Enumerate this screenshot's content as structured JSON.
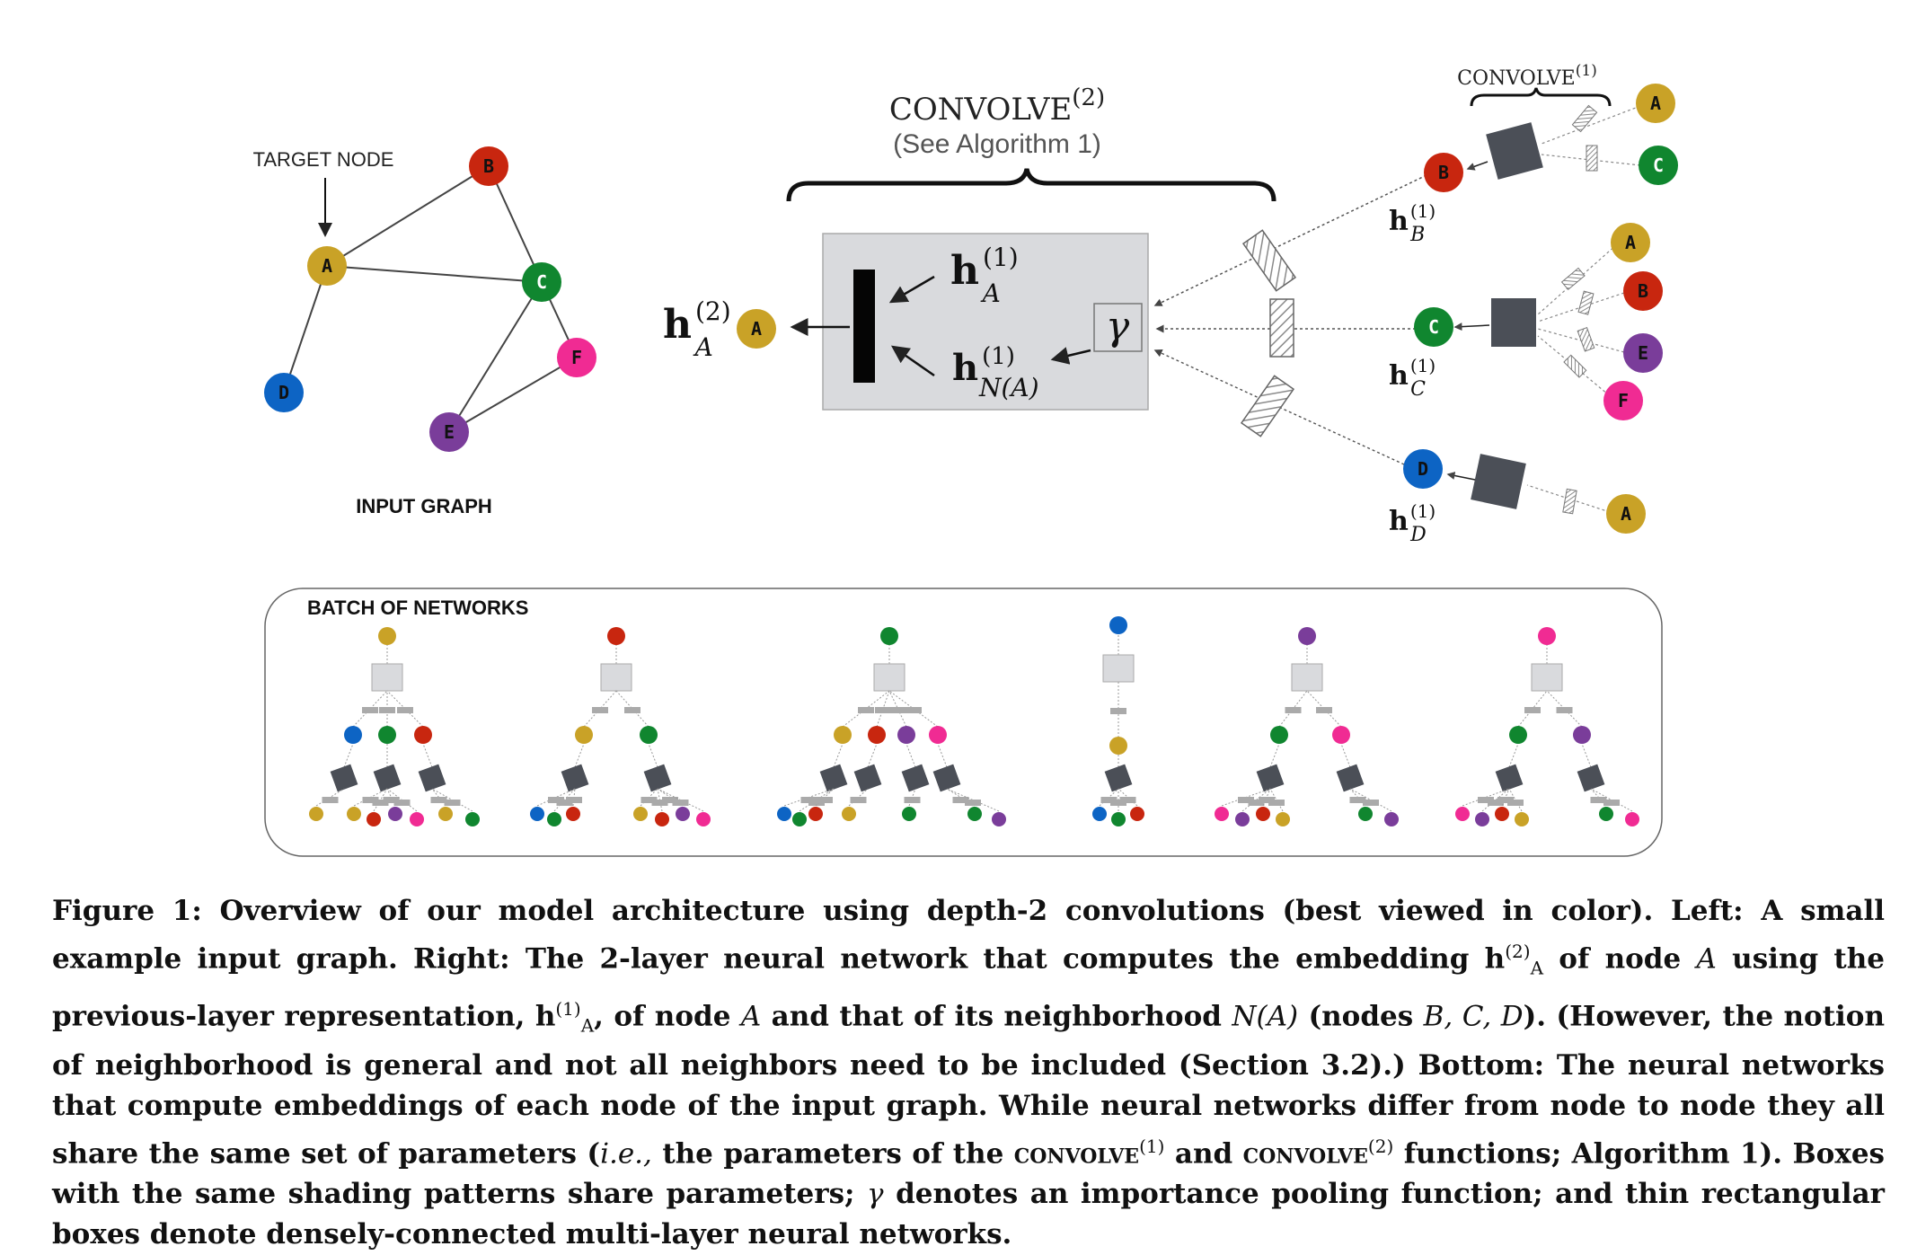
{
  "input_graph": {
    "target_label": "TARGET NODE",
    "title": "INPUT GRAPH",
    "nodes": [
      "A",
      "B",
      "C",
      "D",
      "E",
      "F"
    ]
  },
  "convolve2": {
    "title": "CONVOLVE",
    "title_sup": "(2)",
    "subtitle": "(See Algorithm 1)"
  },
  "convolve1": {
    "title": "CONVOLVE",
    "title_sup": "(1)"
  },
  "labels": {
    "h": "h",
    "hA2_sup": "(2)",
    "hA2_sub": "A",
    "hA1_sup": "(1)",
    "hA1_sub": "A",
    "hN_sup": "(1)",
    "hN_sub": "N(A)",
    "gamma": "γ",
    "hB_sup": "(1)",
    "hB_sub": "B",
    "hC_sup": "(1)",
    "hC_sub": "C",
    "hD_sup": "(1)",
    "hD_sub": "D"
  },
  "batch": {
    "title": "BATCH OF NETWORKS"
  },
  "colors": {
    "A": "#c9a227",
    "B": "#c8260f",
    "C": "#10862f",
    "D": "#0d64c4",
    "E": "#7a3d9a",
    "F": "#f02b93",
    "dark_box": "#4b4f57",
    "gray_box": "#d9dadd"
  },
  "caption": {
    "fig": "Figure 1: Overview of our model architecture using depth-2 convolutions (best viewed in color). Left: A small example input graph. Right: The 2-layer neural network that computes the embedding h",
    "p1_sup": "(2)",
    "p1_sub": "A",
    "p2": " of node ",
    "p2_it": "A",
    "p3": " using the previous-layer representation, h",
    "p3_sup": "(1)",
    "p3_sub": "A",
    "p4": ", of node ",
    "p4_it": "A",
    "p5": " and that of its neighborhood ",
    "p5_it": "N(A)",
    "p6": " (nodes ",
    "p6_it": "B, C, D",
    "p7": "). (However, the notion of neighborhood is general and not all neighbors need to be included (Section 3.2).) Bottom: The neural networks that compute embeddings of each node of the input graph. While neural networks differ from node to node they all share the same set of parameters (",
    "p7_it": "i.e.,",
    "p8": " the parameters of the ",
    "conv1": "convolve",
    "conv1_sup": "(1)",
    "p9": " and ",
    "conv2": "convolve",
    "conv2_sup": "(2)",
    "p10": " functions; Algorithm 1). Boxes with the same shading patterns share parameters; ",
    "gamma": "γ",
    "p11": " denotes an importance pooling function; and thin rectangular boxes denote densely-connected multi-layer neural networks."
  }
}
